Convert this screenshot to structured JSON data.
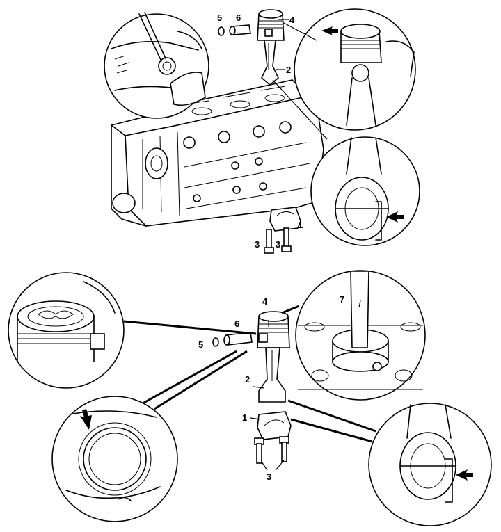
{
  "callouts": {
    "top": {
      "n1": "1",
      "n2": "2",
      "n3a": "3",
      "n3b": "3",
      "n4": "4",
      "n5": "5",
      "n6": "6"
    },
    "bottom": {
      "n1": "1",
      "n2": "2",
      "n3": "3",
      "n4": "4",
      "n5": "5",
      "n6": "6",
      "n7": "7"
    }
  }
}
